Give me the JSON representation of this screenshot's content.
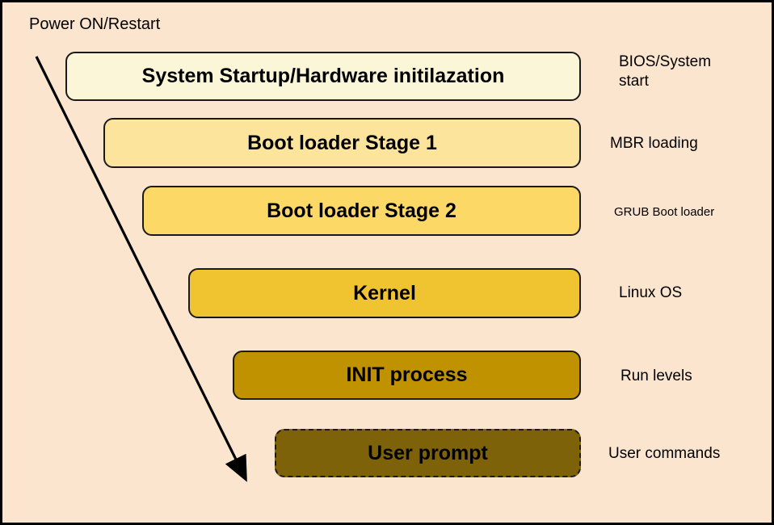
{
  "diagram_title": "Power ON/Restart",
  "background_color": "#FCE5CE",
  "arrow": {
    "description": "diagonal flow arrow from Power ON/Restart to bottom",
    "color": "#000000"
  },
  "stages": [
    {
      "label": "System Startup/Hardware initilazation",
      "side_label": "BIOS/System start",
      "color": "#FCF6D9",
      "border_style": "solid"
    },
    {
      "label": "Boot loader Stage 1",
      "side_label": "MBR loading",
      "color": "#FCE49C",
      "border_style": "solid"
    },
    {
      "label": "Boot loader Stage 2",
      "side_label": "GRUB Boot loader",
      "color": "#FCD866",
      "border_style": "solid"
    },
    {
      "label": "Kernel",
      "side_label": "Linux OS",
      "color": "#EFC430",
      "border_style": "solid"
    },
    {
      "label": "INIT process",
      "side_label": "Run levels",
      "color": "#C09200",
      "border_style": "solid"
    },
    {
      "label": "User prompt",
      "side_label": "User commands",
      "color": "#7D6209",
      "border_style": "dashed"
    }
  ]
}
